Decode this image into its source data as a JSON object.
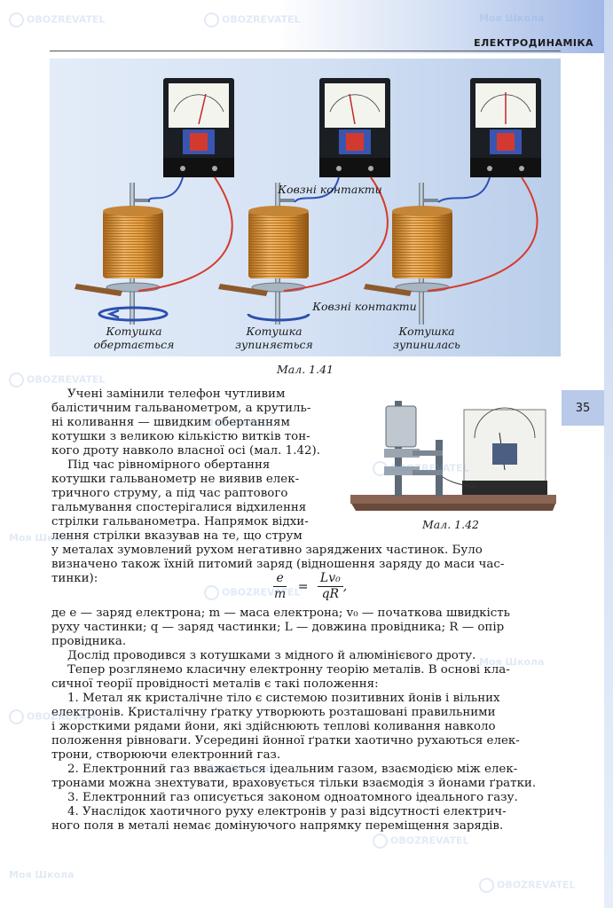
{
  "header": {
    "section_title": "ЕЛЕКТРОДИНАМІКА",
    "page_number": "35"
  },
  "watermark": {
    "text_a": "Моя Школа",
    "text_b": "OBOZREVATEL"
  },
  "fig141": {
    "callout_top": "Ковзні контакти",
    "callout_bottom": "Ковзні контакти",
    "label_left_1": "Котушка",
    "label_left_2": "обертається",
    "label_mid_1": "Котушка",
    "label_mid_2": "зупиняється",
    "label_right_1": "Котушка",
    "label_right_2": "зупинилась",
    "caption": "Мал. 1.41"
  },
  "fig142": {
    "caption": "Мал. 1.42"
  },
  "text": {
    "p1_l1": "Учені замінили телефон чутливим",
    "p1_l2": "балістичним гальванометром, а крутиль-",
    "p1_l3": "ні коливання — швидким обертанням",
    "p1_l4": "котушки з великою кількістю витків тон-",
    "p1_l5": "кого дроту навколо власної осі (мал. 1.42).",
    "p2_l1": "Під час рівномірного обертання",
    "p2_l2": "котушки гальванометр не виявив елек-",
    "p2_l3": "тричного струму, а під час раптового",
    "p2_l4": "гальмування спостерігалися відхилення",
    "p2_l5": "стрілки гальванометра. Напрямок відхи-",
    "p2_l6": "лення стрілки вказував на те, що струм",
    "p2_l7": "у металах зумовлений рухом негативно заряджених частинок. Було",
    "p2_l8": "визначено також їхній питомий заряд (відношення заряду до маси час-",
    "p2_l9": "тинки):",
    "f_e": "e",
    "f_m": "m",
    "f_eq": "=",
    "f_num": "Lv₀",
    "f_den": "qR",
    "f_comma": ",",
    "p3_l1": "де e — заряд електрона; m — маса електрона; v₀ — початкова швидкість",
    "p3_l2": "руху частинки; q — заряд частинки; L — довжина провідника; R — опір",
    "p3_l3": "провідника.",
    "p4": "Дослід проводився з котушками з мідного й алюмінієвого дроту.",
    "p5_l1": "Тепер розглянемо класичну електронну теорію металів. В основі кла-",
    "p5_l2": "сичної теорії провідності металів є такі положення:",
    "i1_l1": "1. Метал як кристалічне тіло є системою позитивних йонів і вільних",
    "i1_l2": "електронів. Кристалічну ґратку утворюють розташовані правильними",
    "i1_l3": "і жорсткими рядами йони, які здійснюють теплові коливання навколо",
    "i1_l4": "положення рівноваги. Усередині йонної ґратки хаотично рухаються елек-",
    "i1_l5": "трони, створюючи електронний газ.",
    "i2_l1": "2. Електронний газ вважається ідеальним газом, взаємодією між елек-",
    "i2_l2": "тронами можна знехтувати, враховується тільки взаємодія з йонами ґратки.",
    "i3": "3. Електронний газ описується законом одноатомного ідеального газу.",
    "i4_l1": "4. Унаслідок хаотичного руху електронів у разі відсутності електрич-",
    "i4_l2": "ного поля в металі немає домінуючого напрямку переміщення зарядів."
  }
}
